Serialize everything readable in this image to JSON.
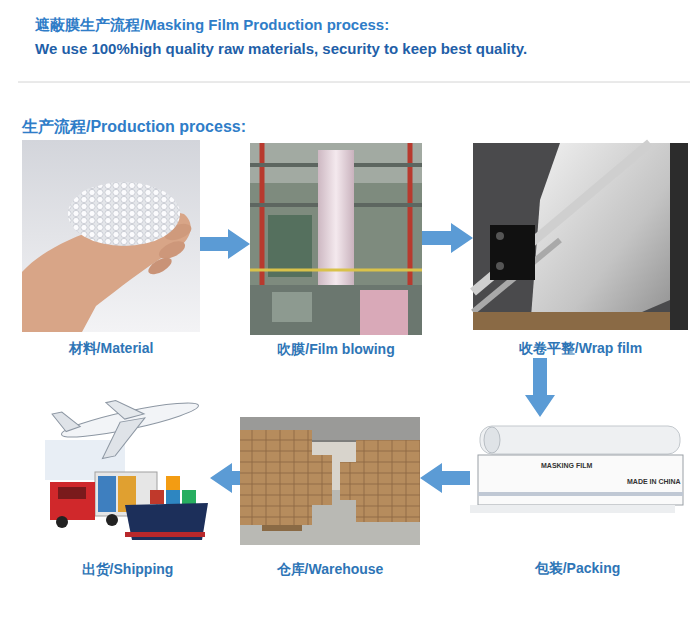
{
  "diagram": {
    "title": "遮蔽膜生产流程/Masking Film Production process:",
    "nodes": [
      {
        "text": [
          "材料/Material"
        ]
      },
      {
        "text": [
          "吹膜/Film blowing"
        ]
      },
      {
        "text": [
          "收卷平整/Wrap film"
        ]
      },
      {
        "text": [
          "包装/Packing"
        ]
      },
      {
        "text": [
          "仓库/Warehouse"
        ]
      },
      {
        "text": [
          "出货/Shipping"
        ]
      }
    ],
    "edges": [
      {
        "from": 0,
        "to": 1,
        "arrow": "to"
      },
      {
        "from": 1,
        "to": 2,
        "arrow": "to"
      },
      {
        "from": 2,
        "to": 3,
        "arrow": "to"
      },
      {
        "from": 3,
        "to": 4,
        "arrow": "to"
      },
      {
        "from": 4,
        "to": 5,
        "arrow": "to"
      }
    ],
    "labels": [
      "We use 100%high quality raw materials, security to keep best quality.",
      "生产流程/Production process:",
      "MASKING FILM",
      "MADE IN CHINA"
    ]
  }
}
